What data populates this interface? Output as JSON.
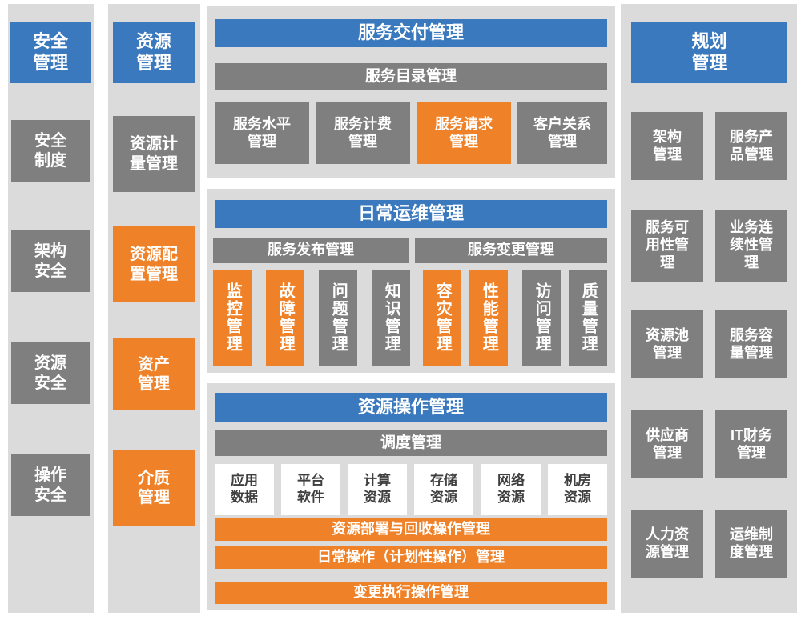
{
  "colors": {
    "blue": "#3A79BE",
    "gray": "#7F7F7F",
    "orange": "#EF8228",
    "strip": "#DBDBDB",
    "white_box_text": "#3F3F3F"
  },
  "security": {
    "header": "安全\n管理",
    "items": [
      {
        "label": "安全\n制度"
      },
      {
        "label": "架构\n安全"
      },
      {
        "label": "资源\n安全"
      },
      {
        "label": "操作\n安全"
      }
    ]
  },
  "resource": {
    "header": "资源\n管理",
    "items": [
      {
        "label": "资源计\n量管理"
      },
      {
        "label": "资源配\n置管理"
      },
      {
        "label": "资产\n管理"
      },
      {
        "label": "介质\n管理"
      }
    ]
  },
  "service_delivery": {
    "title": "服务交付管理",
    "catalog_bar": "服务目录管理",
    "items": [
      {
        "label": "服务水平\n管理"
      },
      {
        "label": "服务计费\n管理"
      },
      {
        "label": "服务请求\n管理"
      },
      {
        "label": "客户关系\n管理"
      }
    ]
  },
  "daily_ops": {
    "title": "日常运维管理",
    "bars": [
      {
        "label": "服务发布管理"
      },
      {
        "label": "服务变更管理"
      }
    ],
    "items": [
      {
        "label": "监控管理"
      },
      {
        "label": "故障管理"
      },
      {
        "label": "问题管理"
      },
      {
        "label": "知识管理"
      },
      {
        "label": "容灾管理"
      },
      {
        "label": "性能管理"
      },
      {
        "label": "访问管理"
      },
      {
        "label": "质量管理"
      }
    ]
  },
  "resource_ops": {
    "title": "资源操作管理",
    "schedule_bar": "调度管理",
    "resources": [
      {
        "label": "应用\n数据"
      },
      {
        "label": "平台\n软件"
      },
      {
        "label": "计算\n资源"
      },
      {
        "label": "存储\n资源"
      },
      {
        "label": "网络\n资源"
      },
      {
        "label": "机房\n资源"
      }
    ],
    "bars": [
      {
        "label": "资源部署与回收操作管理"
      },
      {
        "label": "日常操作（计划性操作）管理"
      },
      {
        "label": "变更执行操作管理"
      }
    ]
  },
  "planning": {
    "header": "规划\n管理",
    "items": [
      {
        "label": "架构\n管理"
      },
      {
        "label": "服务产\n品管理"
      },
      {
        "label": "服务可\n用性管\n理"
      },
      {
        "label": "业务连\n续性管\n理"
      },
      {
        "label": "资源池\n管理"
      },
      {
        "label": "服务容\n量管理"
      },
      {
        "label": "供应商\n管理"
      },
      {
        "label": "IT财务\n管理"
      },
      {
        "label": "人力资\n源管理"
      },
      {
        "label": "运维制\n度管理"
      }
    ]
  }
}
